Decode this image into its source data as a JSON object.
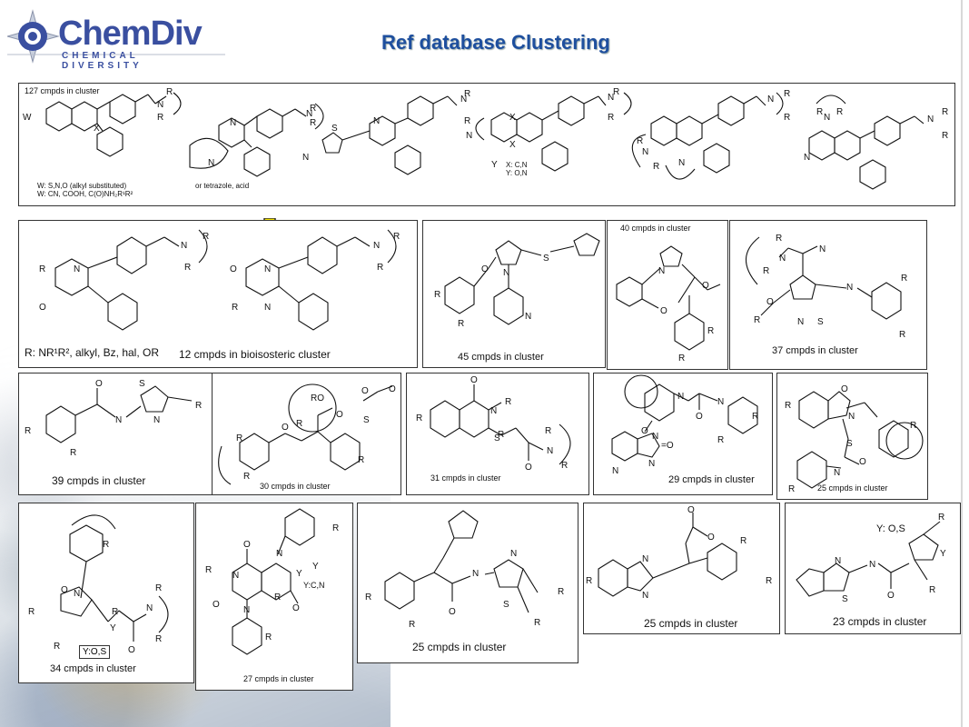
{
  "logo": {
    "word": "ChemDiv",
    "subtitle": "CHEMICAL DIVERSITY"
  },
  "title": "Ref database Clustering",
  "top_panel": {
    "count": "127 cmpds in cluster",
    "note1": "W: S,N,O (alkyl substituted)",
    "note2": "W: CN, COOH, C(O)NH₂R¹R²",
    "note3": "or tetrazole, acid",
    "note4": "X: C,N",
    "note5": "Y: O,N"
  },
  "panels": {
    "p1_rdef": "R: NR¹R², alkyl, Bz, hal, OR",
    "p1_caption": "12 cmpds in bioisosteric cluster",
    "p2": "45 cmpds in cluster",
    "p3": "40 cmpds in cluster",
    "p4": "37 cmpds in cluster",
    "p5": "39 cmpds in cluster",
    "p6": "30 cmpds in cluster",
    "p7": "31 cmpds in cluster",
    "p8": "29 cmpds in cluster",
    "p9": "25 cmpds in cluster",
    "p10_y": "Y:O,S",
    "p10": "34 cmpds in cluster",
    "p11_y": "Y:C,N",
    "p11": "27 cmpds in cluster",
    "p12": "25 cmpds in cluster",
    "p13": "25 cmpds in cluster",
    "p14_y": "Y: O,S",
    "p14": "23 cmpds in cluster"
  },
  "colors": {
    "title": "#1e4f9e",
    "arrow": "#f5e400",
    "logo": "#3a4fa0"
  }
}
